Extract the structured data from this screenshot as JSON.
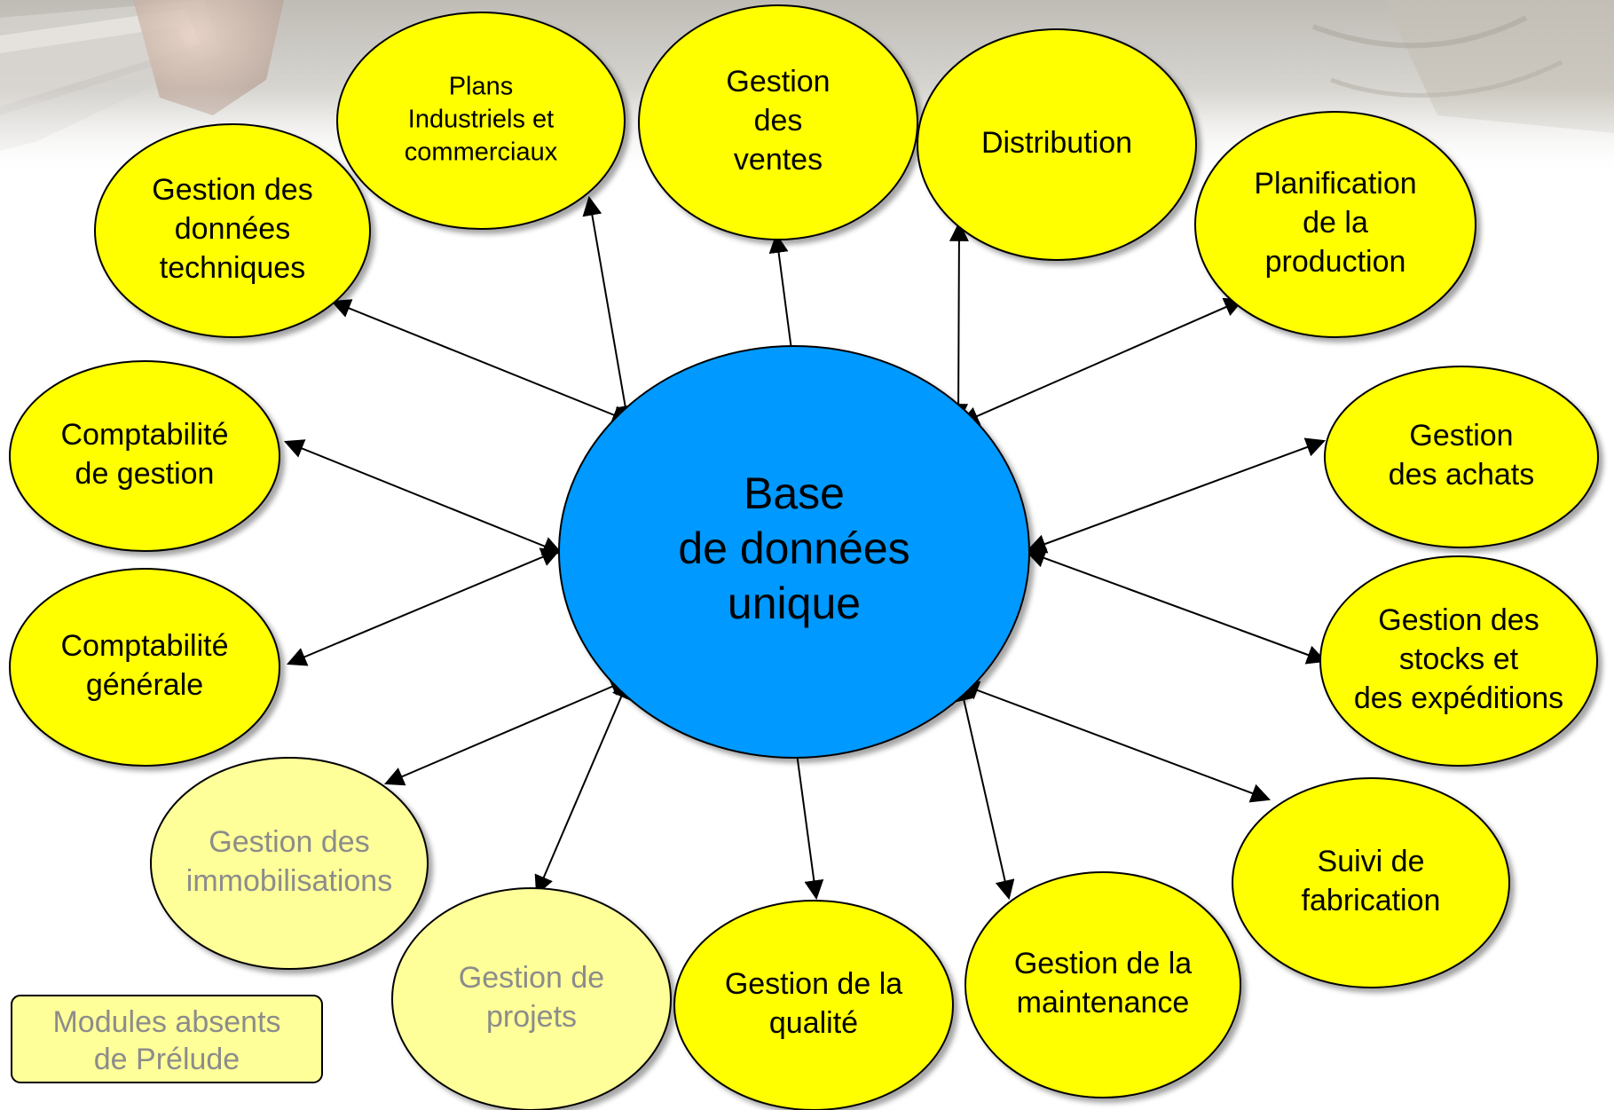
{
  "colors": {
    "module_fill": "#ffff00",
    "module_absent_fill": "#ffff99",
    "center_fill": "#0099ff",
    "stroke": "#000000",
    "absent_text": "#8c8c8c"
  },
  "center": {
    "label_lines": [
      "Base",
      "de données",
      "unique"
    ]
  },
  "modules": [
    {
      "id": "plans-industriels",
      "label_lines": [
        "Plans",
        "Industriels et",
        "commerciaux"
      ],
      "absent": false
    },
    {
      "id": "gestion-ventes",
      "label_lines": [
        "Gestion",
        "des",
        "ventes"
      ],
      "absent": false
    },
    {
      "id": "distribution",
      "label_lines": [
        "Distribution"
      ],
      "absent": false
    },
    {
      "id": "planification-production",
      "label_lines": [
        "Planification",
        "de la",
        "production"
      ],
      "absent": false
    },
    {
      "id": "gestion-donnees-techniques",
      "label_lines": [
        "Gestion des",
        "données",
        "techniques"
      ],
      "absent": false
    },
    {
      "id": "comptabilite-gestion",
      "label_lines": [
        "Comptabilité",
        "de gestion"
      ],
      "absent": false
    },
    {
      "id": "gestion-achats",
      "label_lines": [
        "Gestion",
        "des achats"
      ],
      "absent": false
    },
    {
      "id": "comptabilite-generale",
      "label_lines": [
        "Comptabilité",
        "générale"
      ],
      "absent": false
    },
    {
      "id": "gestion-stocks",
      "label_lines": [
        "Gestion des",
        "stocks et",
        "des expéditions"
      ],
      "absent": false
    },
    {
      "id": "suivi-fabrication",
      "label_lines": [
        "Suivi de",
        "fabrication"
      ],
      "absent": false
    },
    {
      "id": "gestion-immobilisations",
      "label_lines": [
        "Gestion des",
        "immobilisations"
      ],
      "absent": true
    },
    {
      "id": "gestion-projets",
      "label_lines": [
        "Gestion de",
        "projets"
      ],
      "absent": true
    },
    {
      "id": "gestion-qualite",
      "label_lines": [
        "Gestion de la",
        "qualité"
      ],
      "absent": false
    },
    {
      "id": "gestion-maintenance",
      "label_lines": [
        "Gestion de la",
        "maintenance"
      ],
      "absent": false
    }
  ],
  "legend": {
    "label_lines": [
      "Modules absents",
      "de Prélude"
    ]
  }
}
